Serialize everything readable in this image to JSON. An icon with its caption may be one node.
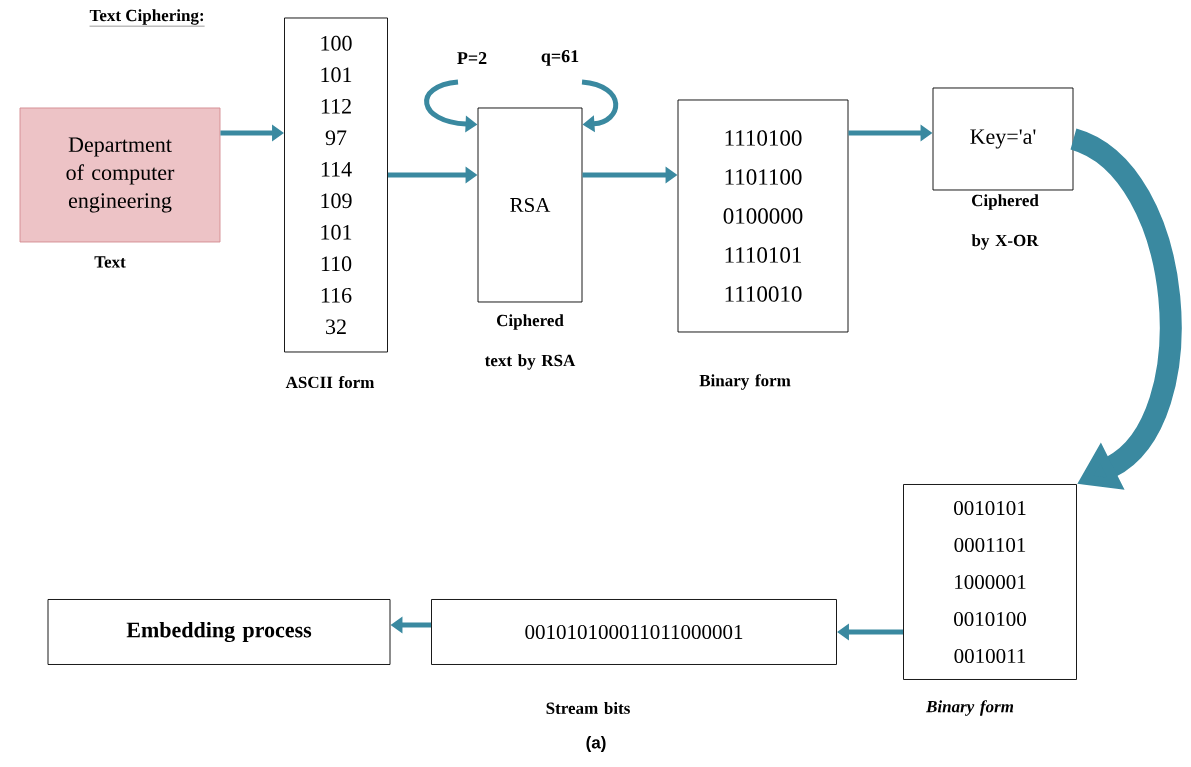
{
  "diagram": {
    "title": "Text Ciphering:",
    "caption": "(a)",
    "nodes": [
      {
        "text": [
          "Department of computer engineering"
        ],
        "beside": [
          "Text"
        ]
      },
      {
        "text": [
          "100",
          "101",
          "112",
          "97",
          "114",
          "109",
          "101",
          "110",
          "116",
          "32"
        ],
        "beside": [
          "ASCII form"
        ]
      },
      {
        "text": [
          "RSA"
        ],
        "beside": [
          "Ciphered text by RSA"
        ]
      },
      {
        "text": [
          "1110100",
          "1101100",
          "0100000",
          "1110101",
          "1110010"
        ],
        "beside": [
          "Binary form"
        ]
      },
      {
        "text": [
          "Key='a'"
        ],
        "beside": [
          "Ciphered by X-OR"
        ]
      },
      {
        "text": [
          "0010101",
          "0001101",
          "1000001",
          "0010100",
          "0010011"
        ],
        "beside": [
          "Binary form"
        ]
      },
      {
        "text": [
          "001010100011011000001"
        ],
        "beside": [
          "Stream bits"
        ]
      },
      {
        "text": [
          "Embedding process"
        ]
      }
    ],
    "edges": [
      {
        "from": 0,
        "to": 1,
        "arrow": "to"
      },
      {
        "from": null,
        "to": 2,
        "arrow": "to",
        "label": "P=2"
      },
      {
        "from": null,
        "to": 2,
        "arrow": "to",
        "label": "q=61"
      },
      {
        "from": 1,
        "to": 2,
        "arrow": "to"
      },
      {
        "from": 2,
        "to": 3,
        "arrow": "to"
      },
      {
        "from": 3,
        "to": 4,
        "arrow": "to"
      },
      {
        "from": 4,
        "to": 5,
        "arrow": "to",
        "style": "thick"
      },
      {
        "from": 5,
        "to": 6,
        "arrow": "to"
      },
      {
        "from": 6,
        "to": 7,
        "arrow": "to"
      }
    ]
  }
}
